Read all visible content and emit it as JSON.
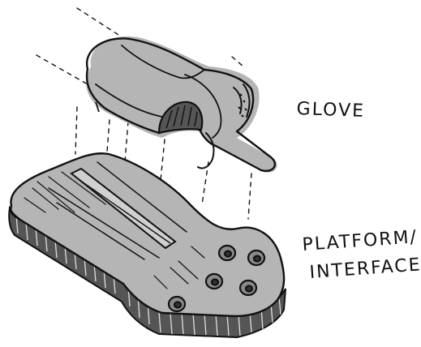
{
  "labels": {
    "glove": "GLOVE",
    "platform_line1": "PLATFORM/",
    "platform_line2": "INTERFACE"
  },
  "colors": {
    "ink": "#111111",
    "shade": "#b5b5b5",
    "dark_shade": "#6d6d6d",
    "paper": "#ffffff"
  },
  "components": [
    {
      "name": "glove",
      "label_ref": "labels.glove"
    },
    {
      "name": "platform-interface",
      "label_ref": "labels.platform_line1"
    }
  ],
  "interface_buttons": 5
}
